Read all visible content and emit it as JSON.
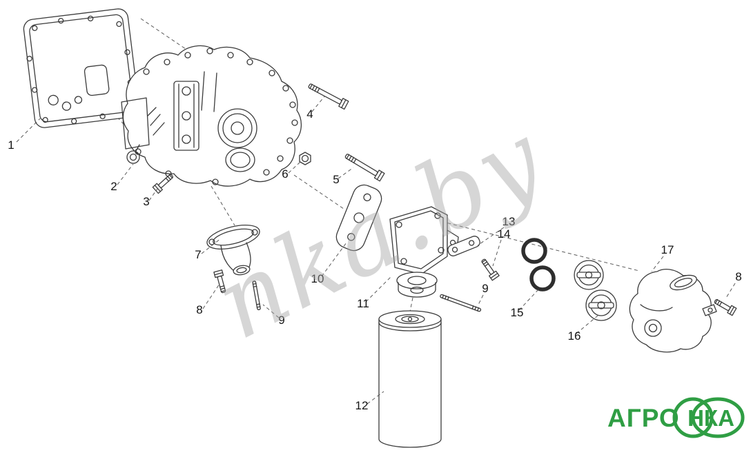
{
  "watermark": {
    "text": "nka.by"
  },
  "logo": {
    "brand_left": "АГРО",
    "brand_right": "НКА",
    "color": "#2f9e44"
  },
  "diagram": {
    "labels": [
      {
        "ref": "1"
      },
      {
        "ref": "2"
      },
      {
        "ref": "3"
      },
      {
        "ref": "4"
      },
      {
        "ref": "5"
      },
      {
        "ref": "6"
      },
      {
        "ref": "7"
      },
      {
        "ref": "8"
      },
      {
        "ref": "9"
      },
      {
        "ref": "10"
      },
      {
        "ref": "11"
      },
      {
        "ref": "12"
      },
      {
        "ref": "13"
      },
      {
        "ref": "14"
      },
      {
        "ref": "15"
      },
      {
        "ref": "16"
      },
      {
        "ref": "17"
      },
      {
        "ref": "8"
      },
      {
        "ref": "9"
      }
    ]
  }
}
